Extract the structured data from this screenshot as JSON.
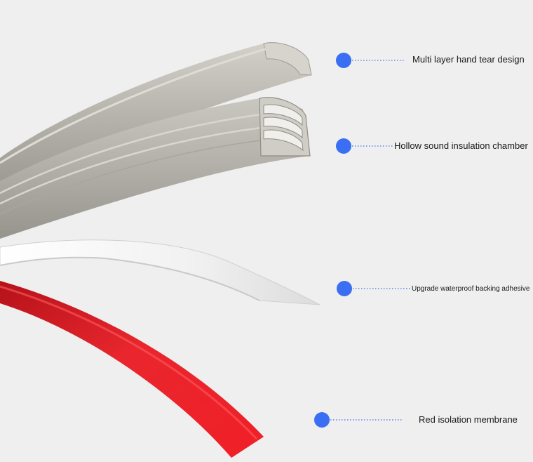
{
  "colors": {
    "background": "#efefef",
    "strip_gray": "#b3b1aa",
    "strip_gray_light": "#cfcdc6",
    "strip_gray_dark": "#8f8d86",
    "adhesive_white": "#f7f7f7",
    "membrane_red": "#e21f26",
    "marker_blue": "#3a6ef3",
    "leader_blue": "#5b86e6"
  },
  "callouts": [
    {
      "label": "Multi layer hand tear design",
      "marker_icon": "blue-dot-icon"
    },
    {
      "label": "Hollow sound insulation chamber",
      "marker_icon": "blue-dot-icon"
    },
    {
      "label": "Upgrade waterproof backing adhesive",
      "marker_icon": "blue-dot-icon"
    },
    {
      "label": "Red isolation membrane",
      "marker_icon": "blue-dot-icon"
    }
  ]
}
